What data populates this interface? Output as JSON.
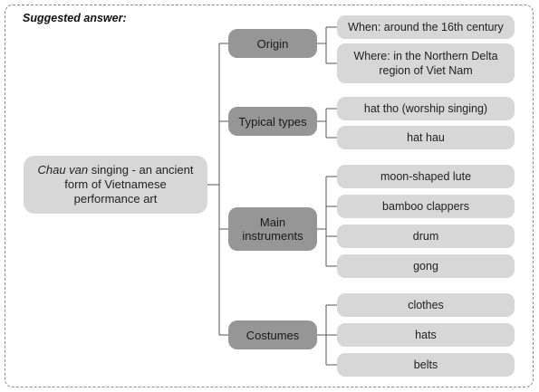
{
  "heading": "Suggested answer:",
  "root": {
    "italic": "Chau van",
    "rest": " singing - an ancient form of Vietnamese performance art"
  },
  "categories": [
    {
      "label": "Origin",
      "leaves": [
        "When: around the 16th century",
        "Where: in the Northern Delta region of Viet Nam"
      ]
    },
    {
      "label": "Typical types",
      "leaves": [
        "hat tho (worship singing)",
        "hat hau"
      ]
    },
    {
      "label": "Main instruments",
      "leaves": [
        "moon-shaped lute",
        "bamboo clappers",
        "drum",
        "gong"
      ]
    },
    {
      "label": "Costumes",
      "leaves": [
        "clothes",
        "hats",
        "belts"
      ]
    }
  ],
  "colors": {
    "root_fill": "#d7d7d7",
    "category_fill": "#969696",
    "leaf_fill": "#d7d7d7",
    "line": "#555555"
  }
}
